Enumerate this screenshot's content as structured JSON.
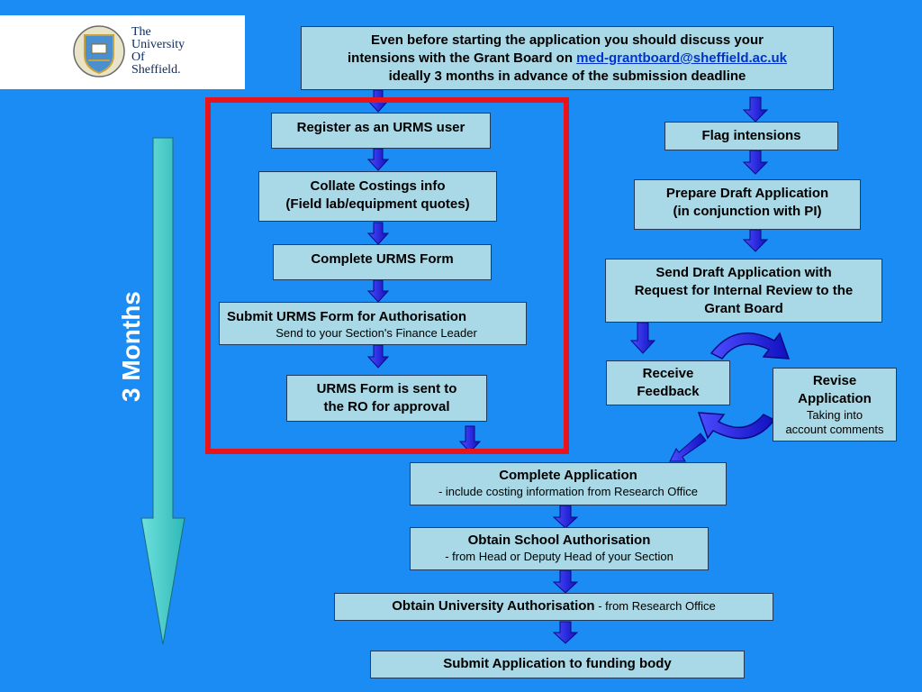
{
  "logo": {
    "line1": "The",
    "line2": "University",
    "line3": "Of",
    "line4": "Sheffield."
  },
  "timeline": {
    "label": "3 Months"
  },
  "top_note": {
    "line1": "Even before starting the application you should discuss your",
    "line2a": "intensions with the Grant Board on ",
    "email": "med-grantboard@sheffield.ac.uk",
    "line3": "ideally 3 months in advance of the submission deadline"
  },
  "urms_steps": {
    "register": "Register as an URMS user",
    "collate_1": "Collate Costings info",
    "collate_2": "(Field lab/equipment quotes)",
    "complete_form": "Complete URMS Form",
    "submit_title": "Submit URMS Form for Authorisation",
    "submit_sub": "Send to your Section's Finance Leader",
    "ro_1": "URMS Form is sent to",
    "ro_2": "the RO for approval"
  },
  "draft_steps": {
    "flag": "Flag intensions",
    "prepare_1": "Prepare Draft Application",
    "prepare_2": "(in conjunction with PI)",
    "send_1": "Send Draft Application with",
    "send_2": "Request for Internal Review to the",
    "send_3": "Grant Board",
    "receive_1": "Receive",
    "receive_2": "Feedback",
    "revise_1": "Revise",
    "revise_2": "Application",
    "revise_sub_1": "Taking into",
    "revise_sub_2": "account comments"
  },
  "final_steps": {
    "complete_title": "Complete Application",
    "complete_sub": "- include costing information from Research Office",
    "school_title": "Obtain School Authorisation",
    "school_sub": "- from Head or Deputy Head of your Section",
    "uni_title": "Obtain University Authorisation",
    "uni_sub": " - from Research Office",
    "submit": "Submit Application to funding body"
  },
  "colors": {
    "background": "#1c8cf5",
    "box_fill": "#a9d8e6",
    "arrow_blue": "#1d1df0",
    "frame_red": "#e8141b",
    "timeline_teal": "#3cc9c6"
  }
}
